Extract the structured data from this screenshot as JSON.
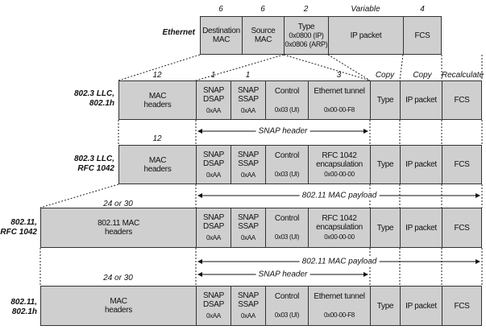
{
  "ethernet": {
    "label": "Ethernet",
    "sizes": [
      "6",
      "6",
      "2",
      "Variable",
      "4"
    ],
    "fields": [
      {
        "l1": "Destination",
        "l2": "MAC",
        "sub": ""
      },
      {
        "l1": "Source",
        "l2": "MAC",
        "sub": ""
      },
      {
        "l1": "Type",
        "l2": "0x0800 (IP)",
        "sub": "0x0806 (ARP)"
      },
      {
        "l1": "IP packet",
        "l2": "",
        "sub": ""
      },
      {
        "l1": "FCS",
        "l2": "",
        "sub": ""
      }
    ]
  },
  "actions": [
    "Copy",
    "Copy",
    "Recalculate"
  ],
  "row1": {
    "label1": "802.3 LLC,",
    "label2": "802.1h",
    "sizes": [
      "12",
      "1",
      "1",
      "3"
    ],
    "mac": {
      "l1": "MAC",
      "l2": "headers"
    },
    "snap_dsap": {
      "l1": "SNAP",
      "l2": "DSAP",
      "sub": "0xAA"
    },
    "snap_ssap": {
      "l1": "SNAP",
      "l2": "SSAP",
      "sub": "0xAA"
    },
    "control": {
      "l1": "Control",
      "sub": "0x03 (UI)"
    },
    "encap": {
      "l1": "Ethernet tunnel",
      "sub": "0x00-00-F8"
    },
    "type": "Type",
    "ip": "IP packet",
    "fcs": "FCS"
  },
  "snap_header_1": "SNAP header",
  "row2": {
    "label1": "802.3 LLC,",
    "label2": "RFC 1042",
    "size": "12",
    "mac": {
      "l1": "MAC",
      "l2": "headers"
    },
    "snap_dsap": {
      "l1": "SNAP",
      "l2": "DSAP",
      "sub": "0xAA"
    },
    "snap_ssap": {
      "l1": "SNAP",
      "l2": "SSAP",
      "sub": "0xAA"
    },
    "control": {
      "l1": "Control",
      "sub": "0x03 (UI)"
    },
    "encap": {
      "l1": "RFC 1042",
      "l2": "encapsulation",
      "sub": "0x00-00-00"
    },
    "type": "Type",
    "ip": "IP packet",
    "fcs": "FCS"
  },
  "payload_1": "802.11 MAC payload",
  "row3": {
    "label1": "802.11,",
    "label2": "RFC 1042",
    "size": "24 or 30",
    "mac": {
      "l1": "802.11 MAC",
      "l2": "headers"
    },
    "snap_dsap": {
      "l1": "SNAP",
      "l2": "DSAP",
      "sub": "0xAA"
    },
    "snap_ssap": {
      "l1": "SNAP",
      "l2": "SSAP",
      "sub": "0xAA"
    },
    "control": {
      "l1": "Control",
      "sub": "0x03 (UI)"
    },
    "encap": {
      "l1": "RFC 1042",
      "l2": "encapsulation",
      "sub": "0x00-00-00"
    },
    "type": "Type",
    "ip": "IP packet",
    "fcs": "FCS"
  },
  "payload_2": "802.11 MAC payload",
  "snap_header_2": "SNAP header",
  "row4": {
    "label1": "802.11,",
    "label2": "802.1h",
    "size": "24 or 30",
    "mac": {
      "l1": "MAC",
      "l2": "headers"
    },
    "snap_dsap": {
      "l1": "SNAP",
      "l2": "DSAP",
      "sub": "0xAA"
    },
    "snap_ssap": {
      "l1": "SNAP",
      "l2": "SSAP",
      "sub": "0xAA"
    },
    "control": {
      "l1": "Control",
      "sub": "0x03 (UI)"
    },
    "encap": {
      "l1": "Ethernet tunnel",
      "sub": "0x00-00-F8"
    },
    "type": "Type",
    "ip": "IP packet",
    "fcs": "FCS"
  }
}
